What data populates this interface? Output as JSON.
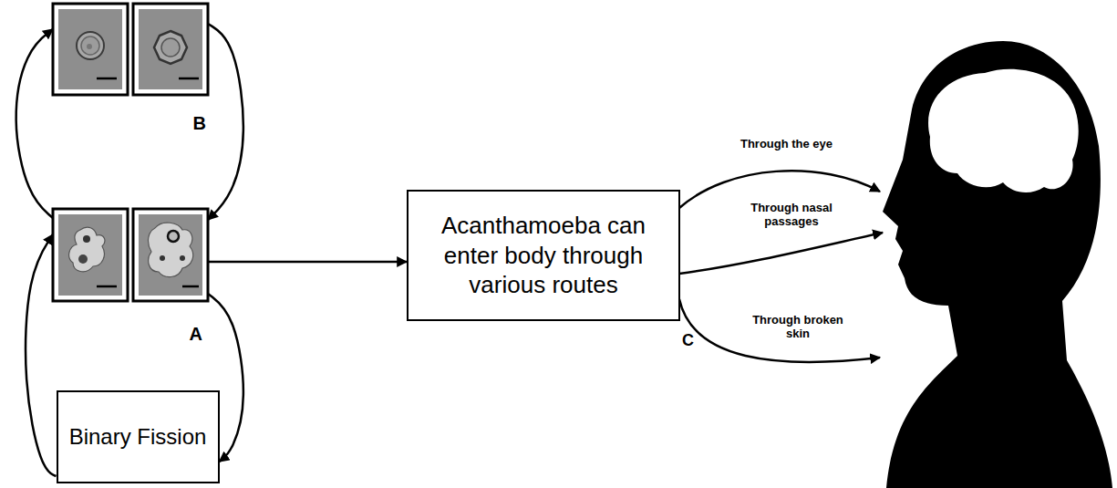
{
  "diagram": {
    "nodes": [
      {
        "text": [
          "B"
        ]
      },
      {
        "text": [
          "A"
        ]
      },
      {
        "text": [
          "Binary Fission"
        ]
      },
      {
        "text": [
          "Acanthamoeba can enter body through various routes",
          "C"
        ]
      }
    ],
    "edges": [
      {
        "from": 1,
        "to": 0,
        "arrow": "to"
      },
      {
        "from": 0,
        "to": 1,
        "arrow": "to"
      },
      {
        "from": 1,
        "to": 2,
        "arrow": "to"
      },
      {
        "from": 2,
        "to": 1,
        "arrow": "to"
      },
      {
        "from": 1,
        "to": 3,
        "arrow": "to"
      }
    ],
    "labels": [
      "Through the eye",
      "Through nasal passages",
      "Through broken skin"
    ]
  }
}
